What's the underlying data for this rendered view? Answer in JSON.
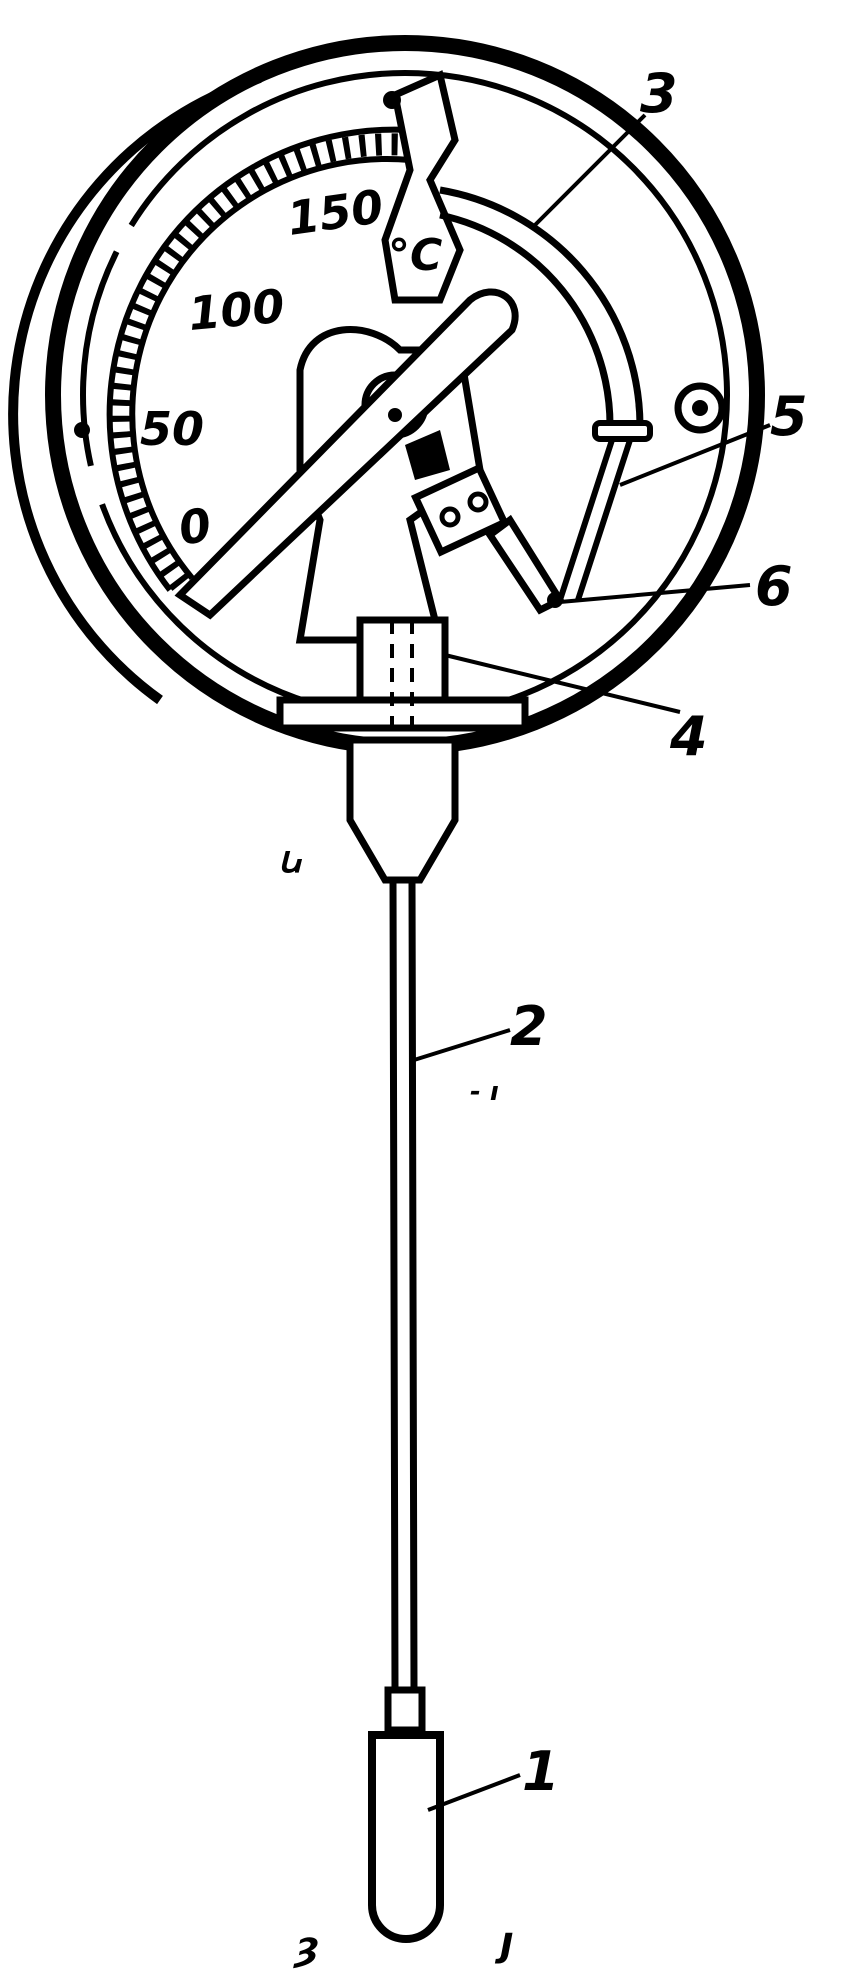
{
  "dial": {
    "scale_labels": [
      "0",
      "50",
      "100",
      "150"
    ],
    "unit": "°C"
  },
  "callouts": {
    "bulb": "1",
    "capillary": "2",
    "bourdon_tube": "3",
    "holder": "4",
    "link": "5",
    "end_pivot": "6"
  },
  "marks": {
    "left_scribble": "ꭎ",
    "stray_mark": "- ı",
    "bottom_left": "ȝ",
    "bottom_right": "ȷ"
  }
}
